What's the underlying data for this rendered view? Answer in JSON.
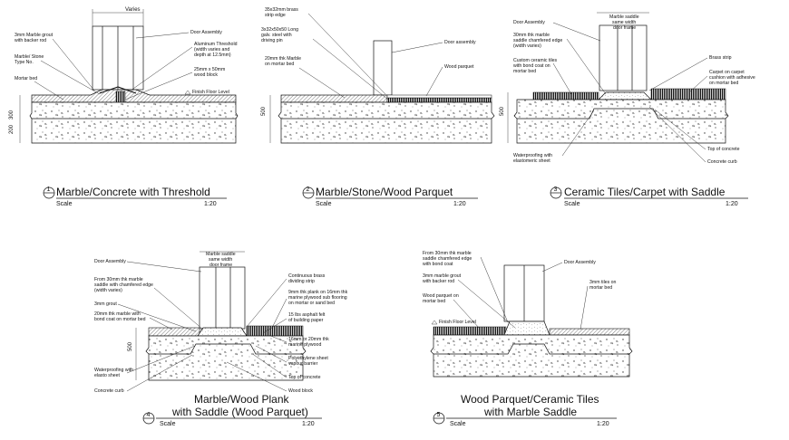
{
  "details": [
    {
      "number": "1",
      "title": "Marble/Concrete with Threshold",
      "scale_label": "Scale",
      "scale_value": "1:20",
      "dimension_top": "Varies",
      "dims_side": [
        "300",
        "200"
      ],
      "labels": [
        "3mm Marble grout",
        "with backer rod",
        "Marble/ Stone",
        "Type No.",
        "Mortar bed",
        "Door Assembly",
        "Aluminum Threshold",
        "(width varies and",
        "depth at 12.5mm)",
        "25mm x 50mm",
        "wood block",
        "Finish Floor Level"
      ]
    },
    {
      "number": "2",
      "title": "Marble/Stone/Wood Parquet",
      "scale_label": "Scale",
      "scale_value": "1:20",
      "dim_side": "500",
      "labels": [
        "35x32mm brass",
        "strip edge",
        "3x32x50x50 Long",
        "galv. steel with",
        "driving pin",
        "20mm thk Marble",
        "on mortar bed",
        "Door assembly",
        "Wood parquet"
      ]
    },
    {
      "number": "3",
      "title": "Ceramic Tiles/Carpet with Saddle",
      "scale_label": "Scale",
      "scale_value": "1:20",
      "dim_side": "500",
      "saddle_label": [
        "Marble saddle",
        "same width",
        "door frame"
      ],
      "labels": [
        "Door Assembly",
        "30mm thk marble",
        "saddle chamfered edge",
        "(width varies)",
        "Custom ceramic tiles",
        "with bond coat on",
        "mortar bed",
        "Brass strip",
        "Carpet on carpet",
        "cushion with adhesive",
        "on mortar bed",
        "Top of concrete",
        "Concrete curb",
        "Waterproofing with",
        "elastomeric sheet"
      ]
    },
    {
      "number": "4",
      "title_lines": [
        "Marble/Wood Plank",
        "with Saddle (Wood Parquet)"
      ],
      "scale_label": "Scale",
      "scale_value": "1:20",
      "dim_side": "500",
      "saddle_label": [
        "Marble saddle",
        "same width",
        "door frame"
      ],
      "labels": [
        "Door Assembly",
        "From 30mm thk marble",
        "saddle with chamfered edge",
        "(width varies)",
        "3mm grout",
        "20mm thk marble with",
        "bond coat on mortar bed",
        "Waterproofing with",
        "elasto sheet",
        "Concrete curb",
        "Continuous brass",
        "dividing strip",
        "9mm thk plank on 16mm thk",
        "marine plywood sub flooring",
        "on mortar or sand bed",
        "15 lbs asphalt felt",
        "of building paper",
        "16mm or 20mm thk",
        "marine plywood",
        "Polyethylene sheet",
        "vapour barrier",
        "Top of concrete",
        "Wood block"
      ]
    },
    {
      "number": "5",
      "title_lines": [
        "Wood Parquet/Ceramic Tiles",
        "with Marble Saddle"
      ],
      "scale_label": "Scale",
      "scale_value": "1:20",
      "labels": [
        "From 30mm thk marble",
        "saddle chamfered edge",
        "with bond coat",
        "Door Assembly",
        "3mm marble grout",
        "with backer rod",
        "Wood parquet on",
        "mortar bed",
        "3mm tiles on",
        "mortar bed",
        "Finish Floor Level"
      ]
    }
  ],
  "colors": {
    "line": "#111111",
    "background": "#ffffff"
  }
}
